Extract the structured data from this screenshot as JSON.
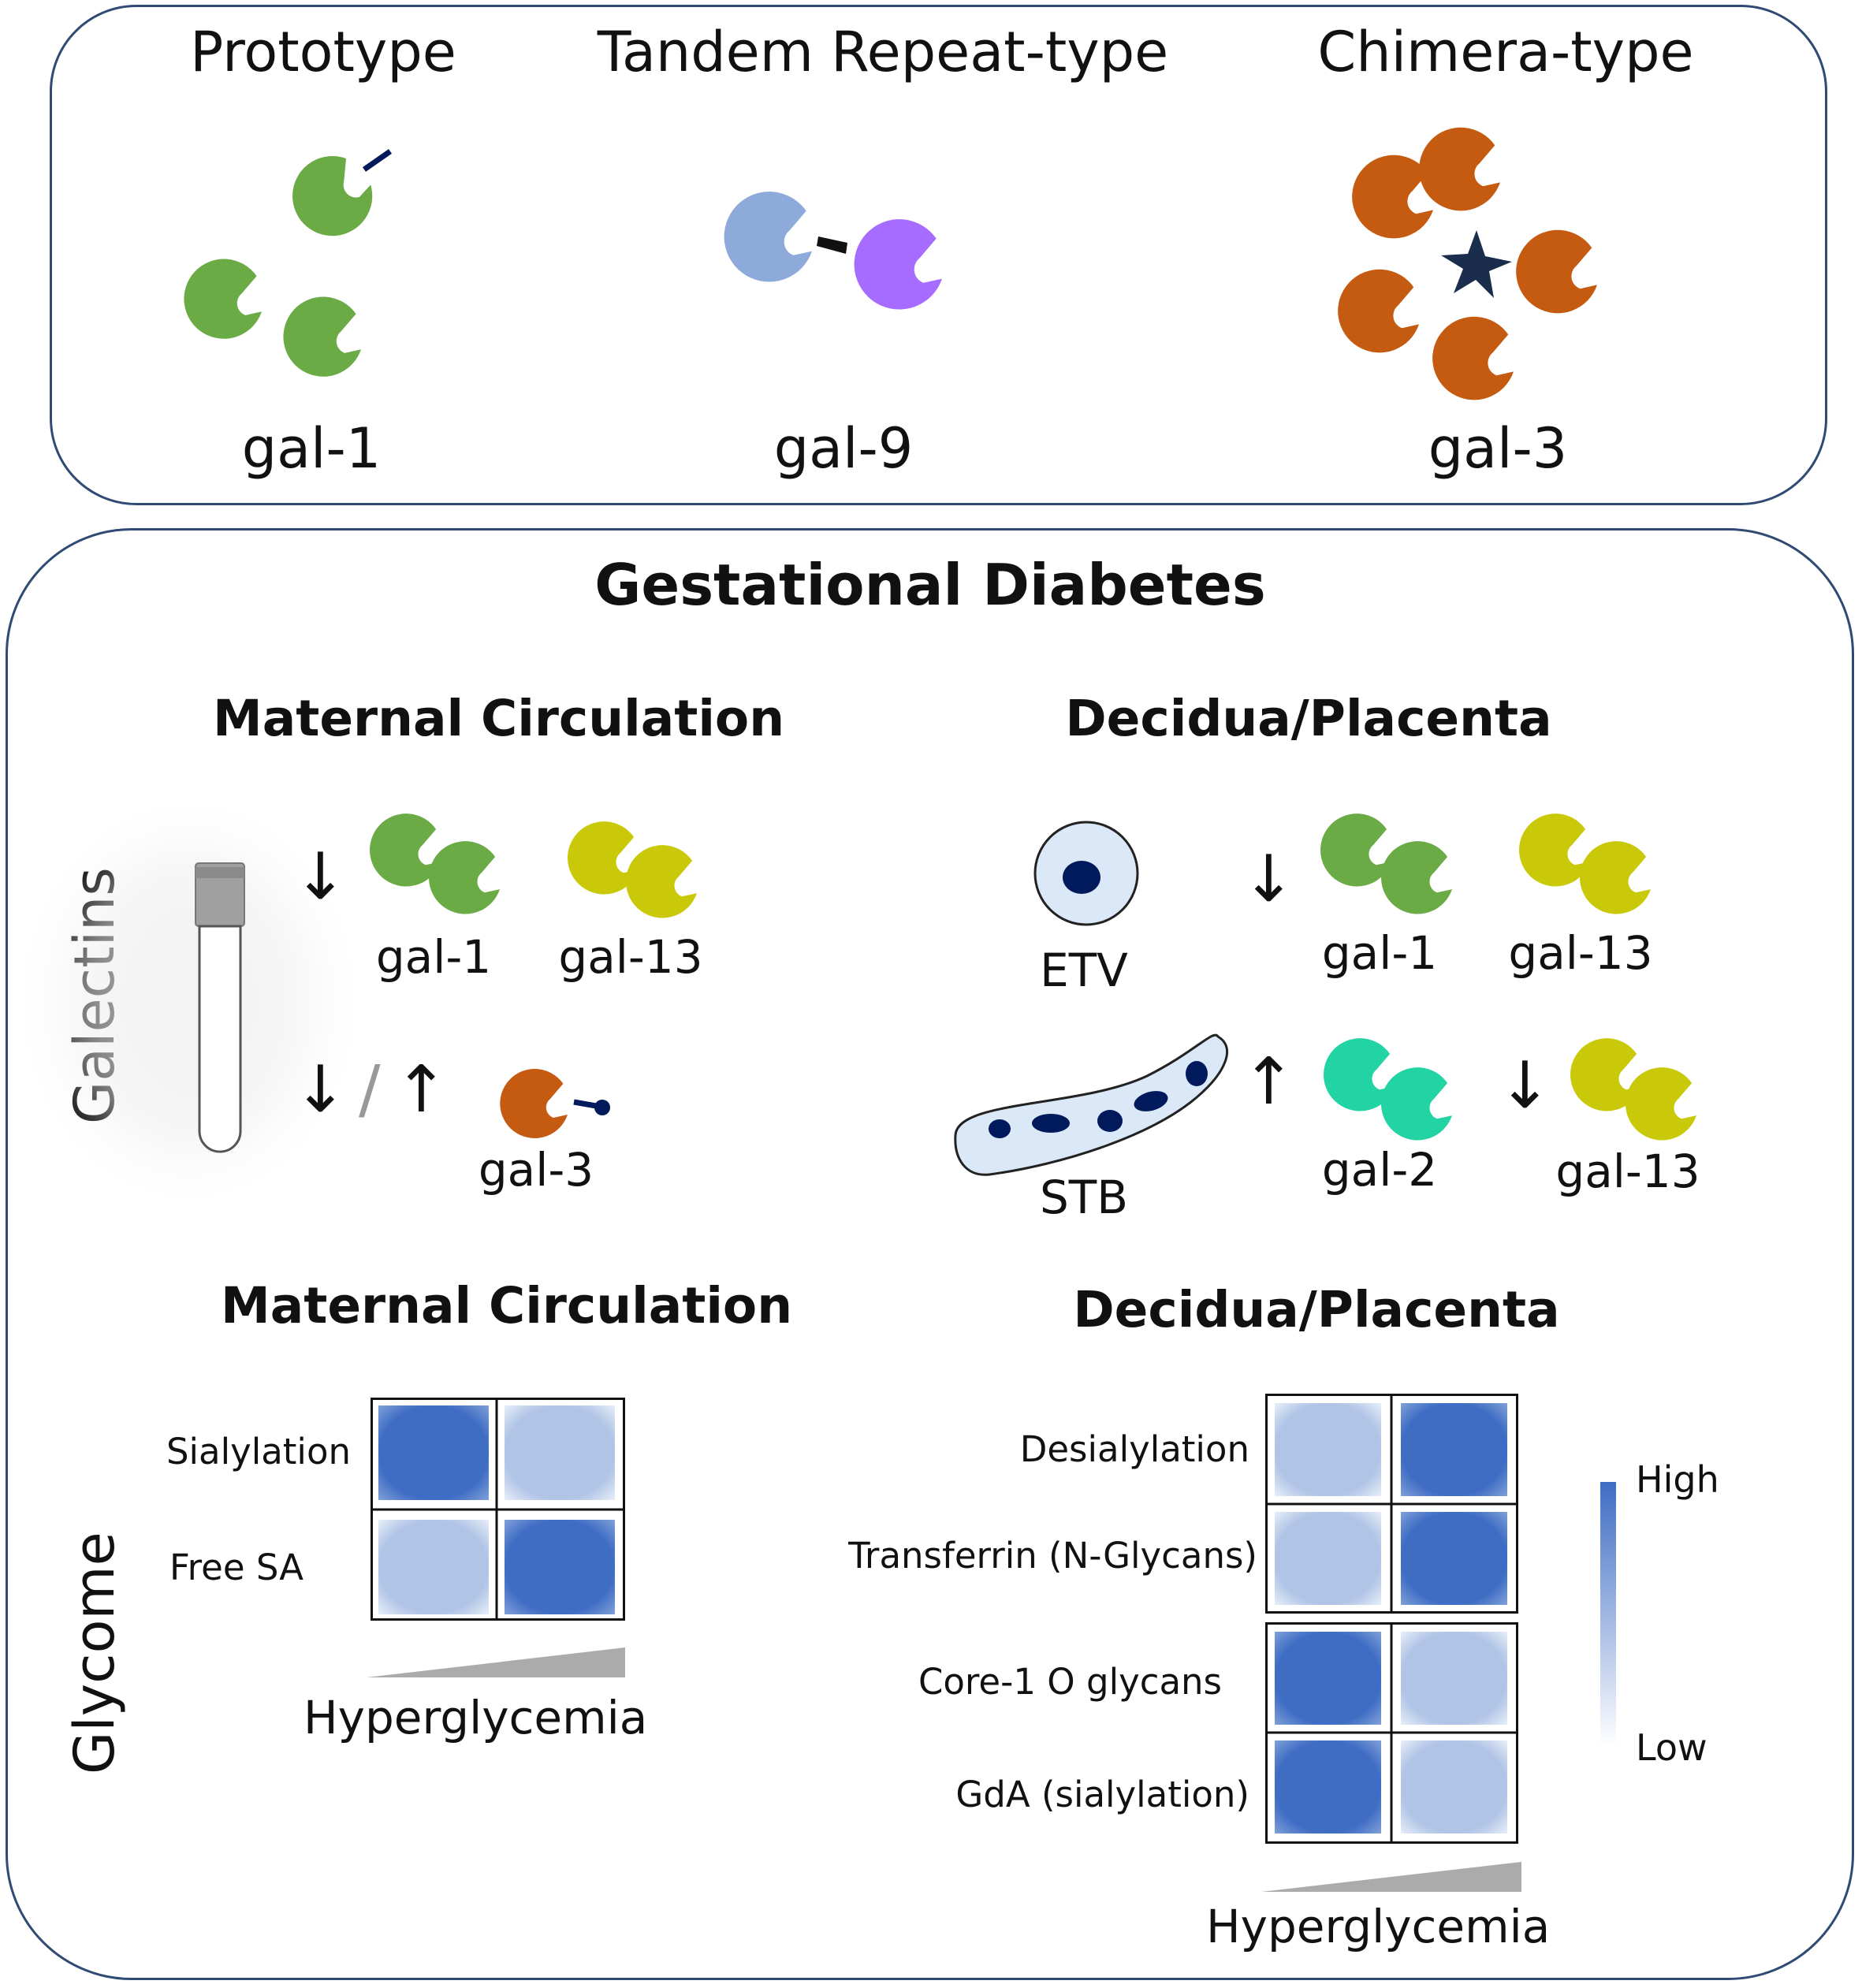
{
  "galectin_types": {
    "prototype": {
      "title": "Prototype",
      "example": "gal-1"
    },
    "tandem": {
      "title": "Tandem Repeat-type",
      "example": "gal-9"
    },
    "chimera": {
      "title": "Chimera-type",
      "example": "gal-3"
    }
  },
  "main_title": "Gestational Diabetes",
  "side_labels": {
    "galectins": "Galectins",
    "glycome": "Glycome"
  },
  "galectins": {
    "maternal": {
      "header": "Maternal  Circulation",
      "gal1": "gal-1",
      "gal13": "gal-13",
      "gal3": "gal-3",
      "arrow_down": "↓",
      "arrow_mixed": [
        "↓",
        "/",
        "↑"
      ]
    },
    "placenta": {
      "header": "Decidua/Placenta",
      "etv": "ETV",
      "stb": "STB",
      "etv_gal1": "gal-1",
      "etv_gal13": "gal-13",
      "stb_gal2": "gal-2",
      "stb_gal13": "gal-13",
      "arrow_etv": "↓",
      "arrow_stb_up": "↑",
      "arrow_stb_down": "↓"
    }
  },
  "glycome": {
    "maternal": {
      "header": "Maternal  Circulation",
      "rows": [
        {
          "label": "Sialylation",
          "levels": [
            "high",
            "low"
          ]
        },
        {
          "label": "Free SA",
          "levels": [
            "low",
            "high"
          ]
        }
      ],
      "axis_label": "Hyperglycemia"
    },
    "placenta": {
      "header": "Decidua/Placenta",
      "rows": [
        {
          "label": "Desialylation",
          "levels": [
            "low",
            "high"
          ]
        },
        {
          "label": "Transferrin (N-Glycans)",
          "levels": [
            "low",
            "high"
          ]
        },
        {
          "label": "Core-1 O glycans",
          "levels": [
            "high",
            "low"
          ]
        },
        {
          "label": "GdA (sialylation)",
          "levels": [
            "high",
            "low"
          ]
        }
      ],
      "axis_label": "Hyperglycemia"
    },
    "scale": {
      "high": "High",
      "low": "Low"
    }
  },
  "colors": {
    "border": "#2f4a73",
    "gal1": "#6aab46",
    "gal9_a": "#8eaadb",
    "gal9_b": "#a66bff",
    "gal3": "#c55a11",
    "gal13": "#c9c90a",
    "gal2": "#22d3a3",
    "nucleus": "#001a5c",
    "cell_fill": "#dbe8f7",
    "high": "#4472c4",
    "low": "#b4c7e7"
  }
}
